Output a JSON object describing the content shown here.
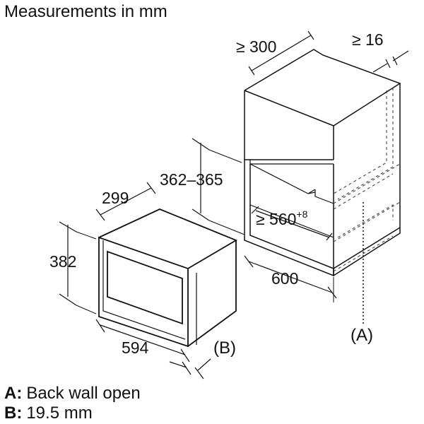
{
  "title": "Measurements in mm",
  "dimensions": {
    "cabinet_depth": "≥ 300",
    "side_gap": "≥ 16",
    "niche_height": "362–365",
    "niche_depth": "≥ 560",
    "niche_depth_tolerance": "+8",
    "niche_width": "600",
    "appliance_depth": "299",
    "appliance_height": "382",
    "appliance_width": "594"
  },
  "callouts": {
    "a": "(A)",
    "b": "(B)"
  },
  "legend": [
    {
      "key": "A:",
      "text": "Back wall open"
    },
    {
      "key": "B:",
      "text": "19.5 mm"
    }
  ]
}
